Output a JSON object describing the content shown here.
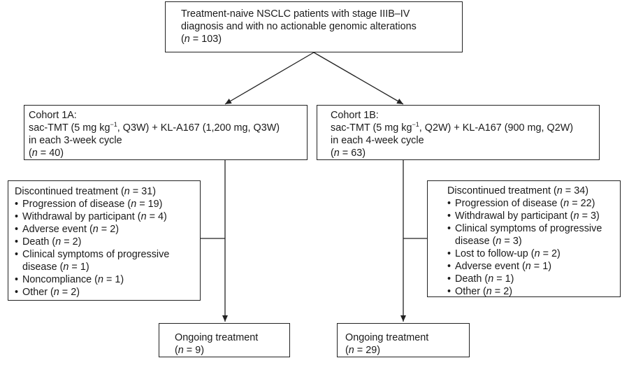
{
  "top": {
    "line1": "Treatment-naive NSCLC patients  with stage IIIB–IV",
    "line2": "diagnosis and with no actionable genomic alterations",
    "n_prefix": "(",
    "n_label": "n",
    "n_value": " = 103)"
  },
  "cohort_a": {
    "title": "Cohort 1A:",
    "regimen_pre": "sac-TMT (5 mg kg",
    "regimen_sup": "−1",
    "regimen_post": ", Q3W) + KL-A167 (1,200 mg, Q3W)",
    "cycle": "in each 3-week cycle",
    "n_value": " = 40)"
  },
  "cohort_b": {
    "title": "Cohort 1B:",
    "regimen_pre": "sac-TMT (5 mg kg",
    "regimen_sup": "−1",
    "regimen_post": ", Q2W) + KL-A167 (900 mg, Q2W)",
    "cycle": "in each 4-week cycle",
    "n_value": " = 63)"
  },
  "disc_a": {
    "heading": "Discontinued treatment (",
    "heading_n": " = 31)",
    "items": [
      {
        "pre": "Progression of disease (",
        "post": " = 19)"
      },
      {
        "pre": "Withdrawal by participant (",
        "post": " = 4)"
      },
      {
        "pre": "Adverse event (",
        "post": " = 2)"
      },
      {
        "pre": "Death (",
        "post": " = 2)"
      },
      {
        "pre": "Clinical symptoms of progressive",
        "post": ""
      },
      {
        "pre": "disease (",
        "post": " = 1)"
      },
      {
        "pre": "Noncompliance (",
        "post": " = 1)"
      },
      {
        "pre": "Other (",
        "post": " = 2)"
      }
    ]
  },
  "disc_b": {
    "heading": "Discontinued treatment (",
    "heading_n": " = 34)",
    "items": [
      {
        "pre": "Progression of disease (",
        "post": " = 22)"
      },
      {
        "pre": "Withdrawal by participant (",
        "post": " = 3)"
      },
      {
        "pre": "Clinical symptoms of progressive",
        "post": ""
      },
      {
        "pre": "disease (",
        "post": " = 3)"
      },
      {
        "pre": "Lost to follow-up (",
        "post": " = 2)"
      },
      {
        "pre": "Adverse event (",
        "post": " = 1)"
      },
      {
        "pre": "Death (",
        "post": " = 1)"
      },
      {
        "pre": "Other (",
        "post": " = 2)"
      }
    ]
  },
  "ongoing_a": {
    "title": "Ongoing treatment",
    "n_value": " = 9)"
  },
  "ongoing_b": {
    "title": "Ongoing treatment",
    "n_value": " = 29)"
  }
}
